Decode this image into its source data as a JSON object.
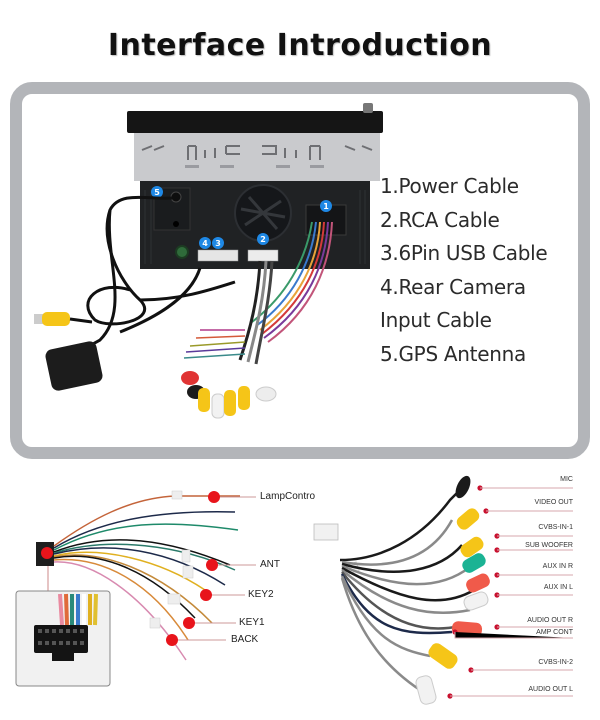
{
  "page": {
    "title": "Interface Introduction"
  },
  "legend": {
    "items": [
      "1.Power Cable",
      "2.RCA Cable",
      "3.6Pin USB Cable",
      "4.Rear Camera",
      "Input Cable",
      "5.GPS Antenna"
    ]
  },
  "head_unit": {
    "badges": [
      {
        "number": "1",
        "meaning": "Power Cable"
      },
      {
        "number": "2",
        "meaning": "RCA Cable"
      },
      {
        "number": "3",
        "meaning": "6Pin USB Cable"
      },
      {
        "number": "4",
        "meaning": "Rear Camera Input Cable"
      },
      {
        "number": "5",
        "meaning": "GPS Antenna"
      }
    ],
    "badge_color": "#1e88e5"
  },
  "power_harness": {
    "labels": [
      "LampContro",
      "ANT",
      "KEY2",
      "KEY1",
      "BACK"
    ],
    "marker_color": "#e8141b"
  },
  "rca_harness": {
    "labels": [
      "MIC",
      "VIDEO OUT",
      "CVBS-IN-1",
      "SUB WOOFER",
      "AUX IN R",
      "AUX IN L",
      "AUDIO OUT R",
      "AMP CONT",
      "CVBS-IN-2",
      "AUDIO OUT L"
    ],
    "marker_color": "#c8102e"
  },
  "colors": {
    "panel_border": "#b3b5b9",
    "title": "#111111",
    "text": "#2b2b2b"
  }
}
